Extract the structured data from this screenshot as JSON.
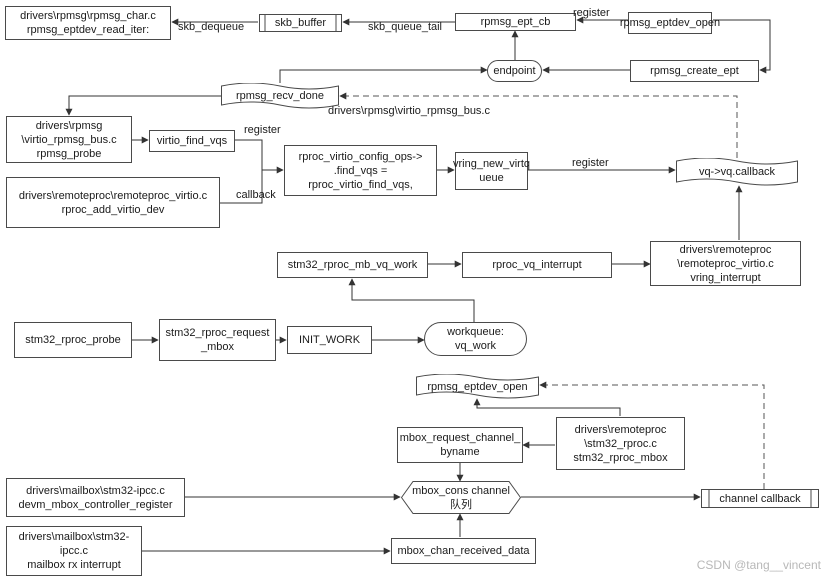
{
  "nodes": {
    "rpmsg_char": "drivers\\rpmsg\\rpmsg_char.c\nrpmsg_eptdev_read_iter:",
    "skb_buffer": "skb_buffer",
    "rpmsg_ept_cb": "rpmsg_ept_cb",
    "rpmsg_eptdev_open_top": "rpmsg_eptdev_open",
    "endpoint": "endpoint",
    "rpmsg_create_ept": "rpmsg_create_ept",
    "rpmsg_recv_done": "rpmsg_recv_done",
    "virtio_rpmsg_bus": "drivers\\rpmsg\n\\virtio_rpmsg_bus.c\nrpmsg_probe",
    "virtio_find_vqs": "virtio_find_vqs",
    "rproc_virtio_config": "rproc_virtio_config_ops->\n.find_vqs        =\nrproc_virtio_find_vqs,",
    "vring_new_virtqueue": "vring_new_virtq\nueue",
    "vq_callback": "vq->vq.callback",
    "remoteproc_virtio": "drivers\\remoteproc\\remoteproc_virtio.c\nrproc_add_virtio_dev",
    "stm32_rproc_mb_vq_work": "stm32_rproc_mb_vq_work",
    "rproc_vq_interrupt": "rproc_vq_interrupt",
    "vring_interrupt": "drivers\\remoteproc\n\\remoteproc_virtio.c\nvring_interrupt",
    "stm32_rproc_probe": "stm32_rproc_probe",
    "stm32_rproc_request_mbox": "stm32_rproc_request\n_mbox",
    "init_work": "INIT_WORK",
    "workqueue": "workqueue:\nvq_work",
    "rpmsg_eptdev_open_mid": "rpmsg_eptdev_open",
    "mbox_request_channel": "mbox_request_channel_\nbyname",
    "stm32_rproc": "drivers\\remoteproc\n\\stm32_rproc.c\nstm32_rproc_mbox",
    "stm32_ipcc_top": "drivers\\mailbox\\stm32-ipcc.c\ndevm_mbox_controller_register",
    "mbox_cons_channel": "mbox_cons channel\n队列",
    "channel_callback": "channel callback",
    "stm32_ipcc_bottom": "drivers\\mailbox\\stm32-\nipcc.c\nmailbox rx interrupt",
    "mbox_chan_received_data": "mbox_chan_received_data"
  },
  "labels": {
    "skb_dequeue": "skb_dequeue",
    "skb_queue_tail": "skb_queue_tail",
    "register_top": "register",
    "virtio_rpmsg_bus_c": "drivers\\rpmsg\\virtio_rpmsg_bus.c",
    "register_left": "register",
    "callback": "callback",
    "register_mid": "register"
  },
  "watermark": "CSDN @tang__vincent",
  "colors": {
    "line": "#333333",
    "dash": "#555555",
    "border": "#4a4a4a"
  }
}
